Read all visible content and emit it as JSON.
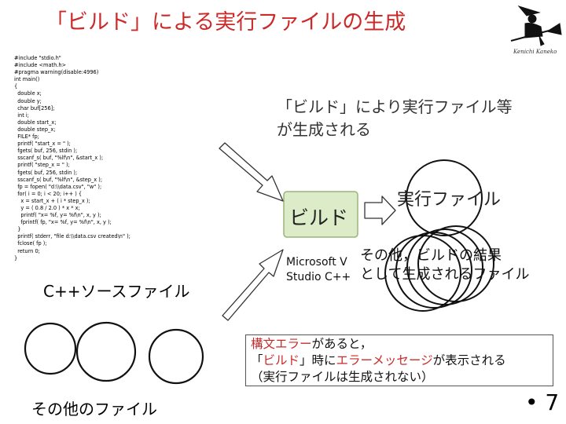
{
  "title": "「ビルド」による実行ファイルの生成",
  "logo": {
    "caption": "Kenichi Kaneko",
    "icon": "witch-on-broom-icon"
  },
  "source_code": [
    "#include \"stdio.h\"",
    "#include <math.h>",
    "#pragma warning(disable:4996)",
    "int main()",
    "{",
    "  double x;",
    "  double y;",
    "  char buf[256];",
    "  int i;",
    "  double start_x;",
    "  double step_x;",
    "  FILE* fp;",
    "  printf( \"start_x = \" );",
    "  fgets( buf, 256, stdin );",
    "  sscanf_s( buf, \"%lf\\n\", &start_x );",
    "  printf( \"step_x = \" );",
    "  fgets( buf, 256, stdin );",
    "  sscanf_s( buf, \"%lf\\n\", &step_x );",
    "  fp = fopen( \"d:\\\\data.csv\", \"w\" );",
    "  for( i = 0; i < 20; i++ ) {",
    "    x = start_x + ( i * step_x );",
    "    y = ( 0.8 / 2.0 ) * x * x;",
    "    printf( \"x= %f, y= %f\\n\", x, y );",
    "    fprintf( fp, \"x= %f, y= %f\\n\", x, y );",
    "  }",
    "  printf( stderr, \"file d:\\\\data.csv created\\n\" );",
    "  fclose( fp );",
    "  return 0;",
    "}"
  ],
  "labels": {
    "cpp_source": "C++ソースファイル",
    "other_files": "その他のファイル",
    "top_caption_line1": "「ビルド」により実行ファイル等",
    "top_caption_line2": "が生成される",
    "build": "ビルド",
    "executable": "実行ファイル",
    "msvc_line1": "Microsoft V",
    "msvc_line2": "Studio C++",
    "other_results_line1": "その他，ビルドの結果",
    "other_results_line2": "として生成されるファイル"
  },
  "error_note": {
    "line1_red": "構文エラー",
    "line1_rest": "があると，",
    "line2_pre": "「",
    "line2_red1": "ビルド",
    "line2_mid": "」時に",
    "line2_red2": "エラーメッセージ",
    "line2_post": "が表示される",
    "line3": "（実行ファイルは生成されない）"
  },
  "page_number": "• 7",
  "colors": {
    "accent_red": "#cc2a2a",
    "build_box_fill": "#dcebc8",
    "build_box_border": "#9bb37a"
  }
}
